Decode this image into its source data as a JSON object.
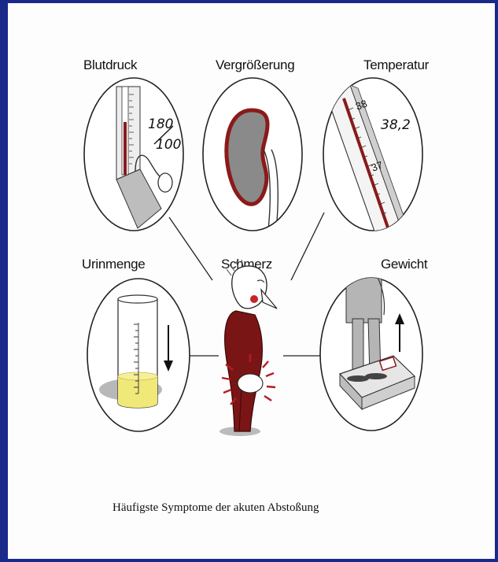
{
  "title": "",
  "caption": "Häufigste Symptome der akuten Abstoßung",
  "symptoms": {
    "blutdruck": {
      "label": "Blutdruck",
      "reading_top": "180",
      "reading_bottom": "100"
    },
    "vergroesserung": {
      "label": "Vergrößerung"
    },
    "temperatur": {
      "label": "Temperatur",
      "reading": "38,2",
      "tick_high": "38",
      "tick_low": "37"
    },
    "urinmenge": {
      "label": "Urinmenge",
      "trend": "decrease"
    },
    "schmerz": {
      "label": "Schmerz"
    },
    "gewicht": {
      "label": "Gewicht",
      "trend": "increase"
    }
  },
  "colors": {
    "accent": "#8b1a1a",
    "urine": "#f0e878",
    "frame": "#1a2a8a"
  }
}
